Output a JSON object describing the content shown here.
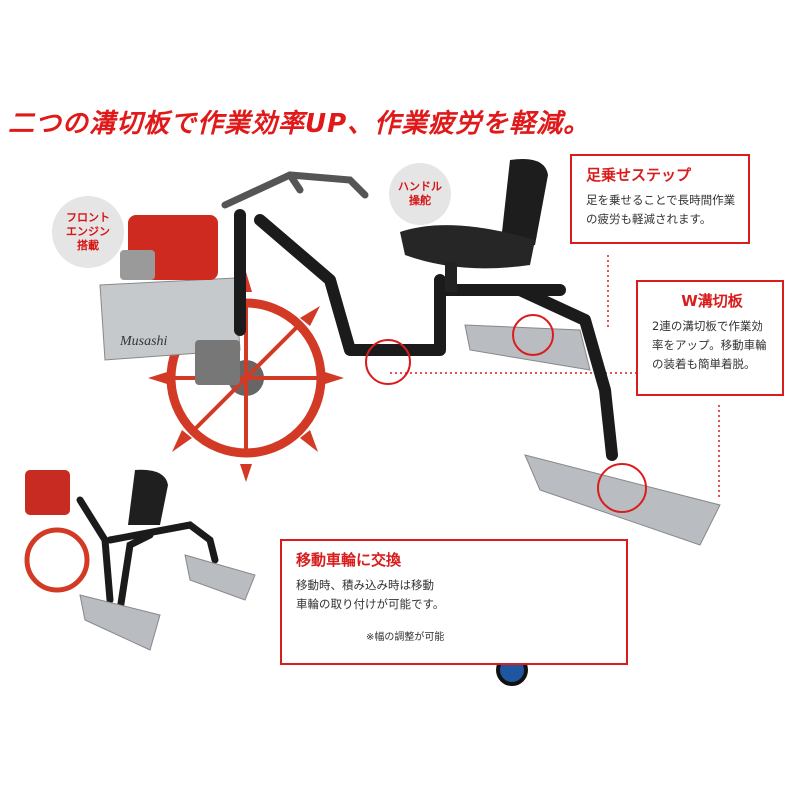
{
  "headline": "二つの溝切板で作業効率UP、作業疲労を軽減。",
  "bubbles": {
    "front_engine": [
      "フロント",
      "エンジン",
      "搭載"
    ],
    "handle": [
      "ハンドル",
      "操舵"
    ]
  },
  "callouts": {
    "foot_step": {
      "title": "足乗せステップ",
      "body": [
        "足を乗せることで長時間作業",
        "の疲労も軽減されます。"
      ]
    },
    "w_plate": {
      "title": "W溝切板",
      "body": [
        "2連の溝切板で作業効",
        "率をアップ。移動車輪",
        "の装着も簡単着脱。"
      ]
    },
    "wheels": {
      "title": "移動車輪に交換",
      "body": [
        "移動時、積み込み時は移動",
        "車輪の取り付けが可能です。"
      ],
      "note": "※幅の調整が可能"
    }
  },
  "brand_logo": "Musashi",
  "colors": {
    "accent": "#d91d1d",
    "frame": "#1b1b1b",
    "wheel": "#d23a26",
    "plate": "#b9bcc0"
  }
}
